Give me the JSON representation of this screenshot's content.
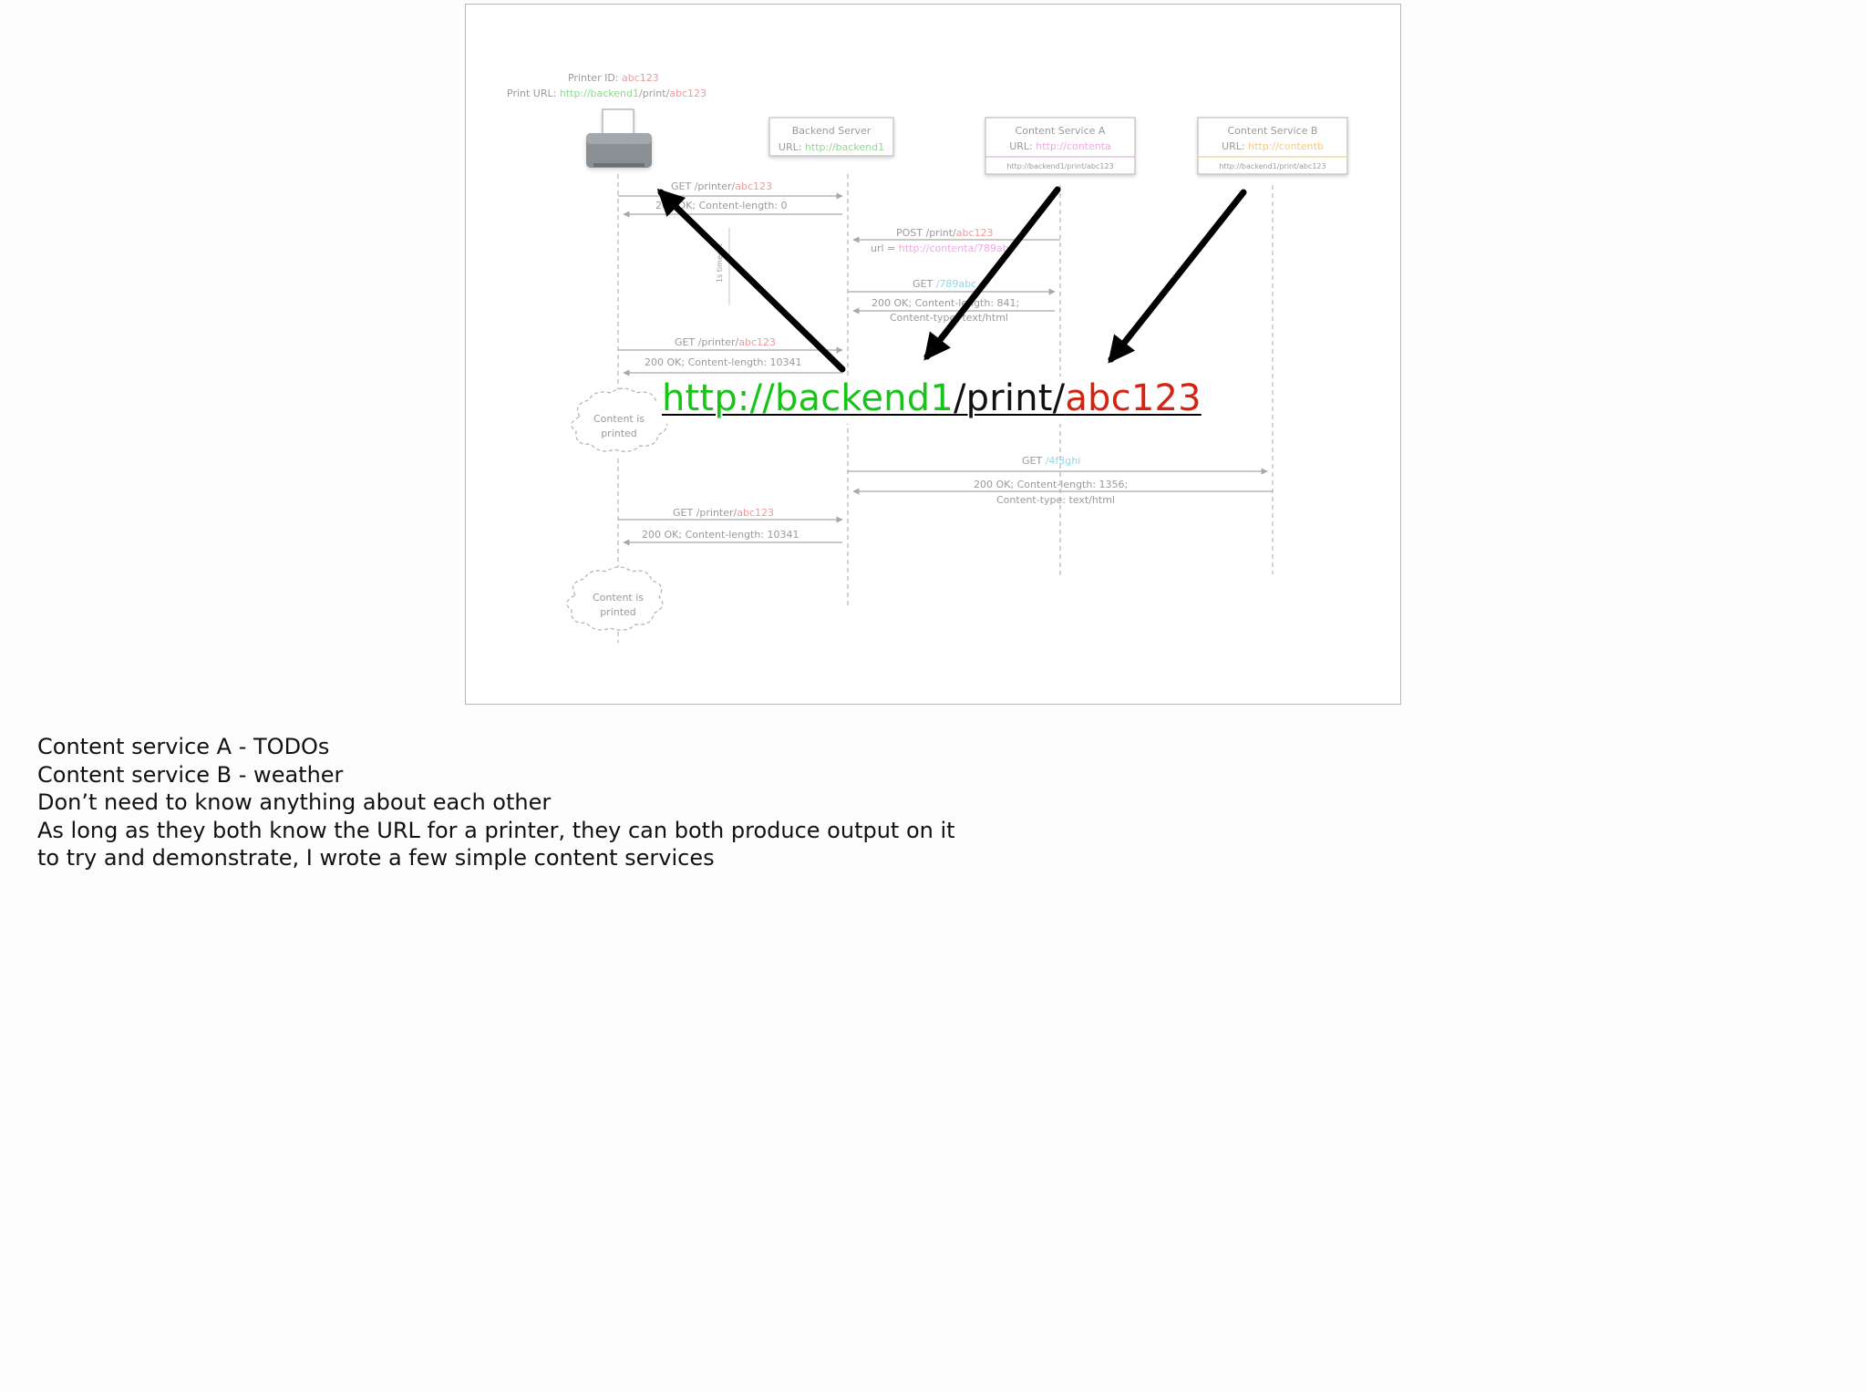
{
  "slide": {
    "printer_label": "Printer ID:",
    "printer_id": "abc123",
    "print_url_label": "Print URL:",
    "print_url_host": "http://backend1",
    "print_url_path": "/print/",
    "print_url_id": "abc123",
    "backend_title": "Backend Server",
    "backend_url_label": "URL:",
    "backend_url": "http://backend1",
    "service_a_title": "Content Service A",
    "service_a_url_label": "URL:",
    "service_a_url": "http://contenta",
    "service_a_subscription": "http://backend1/print/abc123",
    "service_b_title": "Content Service B",
    "service_b_url_label": "URL:",
    "service_b_url": "http://contentb",
    "service_b_subscription": "http://backend1/print/abc123",
    "msg1_method": "GET /printer/",
    "msg1_id": "abc123",
    "msg2": "200 OK; Content-length: 0",
    "msg3_method": "POST /print/",
    "msg3_id": "abc123",
    "msg4_prefix": "url = ",
    "msg4_url": "http://contenta/789abc",
    "msg5_method": "GET ",
    "msg5_path": "/789abc",
    "msg6_line1": "200 OK; Content-length: 841;",
    "msg6_line2": "Content-type: text/html",
    "msg7_method": "GET /printer/",
    "msg7_id": "abc123",
    "msg8": "200 OK; Content-length: 10341",
    "cloud1_line1": "Content is",
    "cloud1_line2": "printed",
    "msg9_method": "GET ",
    "msg9_path": "/4f3ghi",
    "msg10_line1": "200 OK; Content-length: 1356;",
    "msg10_line2": "Content-type: text/html",
    "msg11_method": "GET /printer/",
    "msg11_id": "abc123",
    "msg12": "200 OK; Content-length: 10341",
    "cloud2_line1": "Content is",
    "cloud2_line2": "printed",
    "timeout_label": "1s timeout"
  },
  "big_url": {
    "host": "http://backend1",
    "path": "/print/",
    "id": "abc123"
  },
  "colors": {
    "host": "#17c417",
    "path": "#111111",
    "id": "#d42411",
    "arrow": "#000000"
  },
  "notes": [
    "Content service A - TODOs",
    "Content service B - weather",
    "Don’t need to know anything about each other",
    "As long as they both know the URL for a printer, they can both produce output on it",
    "to try and demonstrate, I wrote a few simple content services"
  ]
}
